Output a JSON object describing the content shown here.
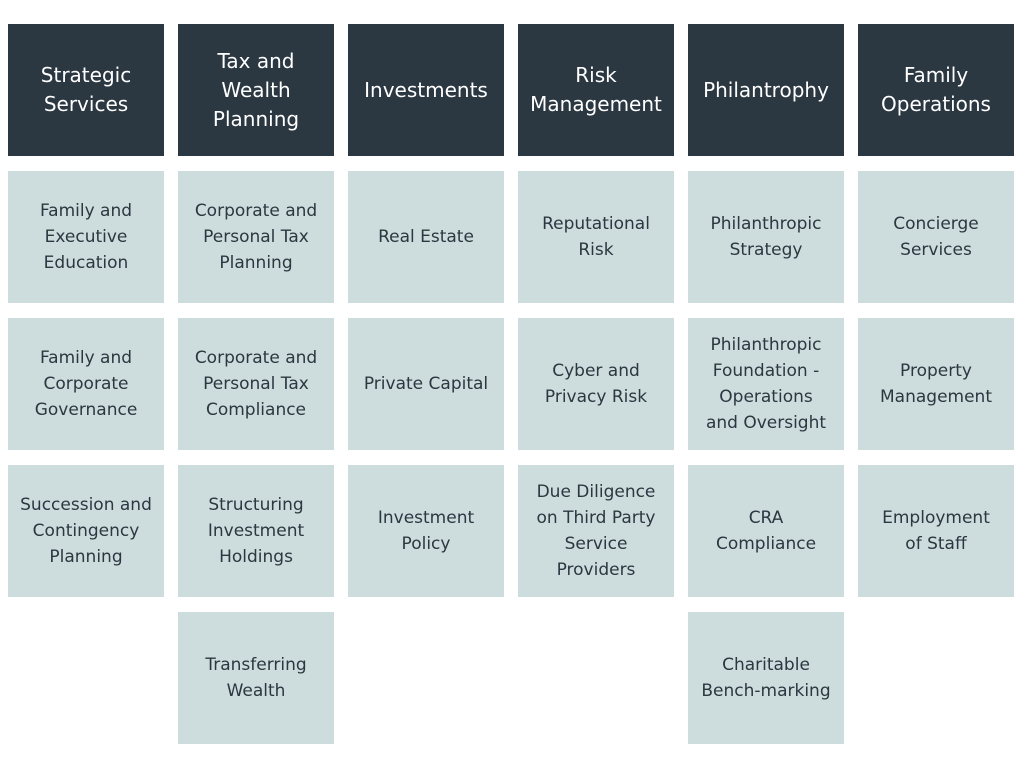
{
  "columns": [
    {
      "header": "Strategic Services",
      "items": [
        "Family and Executive Education",
        "Family and Corporate Governance",
        "Succession and Contingency Planning"
      ]
    },
    {
      "header": "Tax and Wealth Planning",
      "items": [
        "Corporate and Personal Tax Planning",
        "Corporate and Personal Tax Compliance",
        "Structuring Investment Holdings",
        "Transferring Wealth"
      ]
    },
    {
      "header": "Investments",
      "items": [
        "Real Estate",
        "Private Capital",
        "Investment Policy"
      ]
    },
    {
      "header": "Risk Management",
      "items": [
        "Reputational Risk",
        "Cyber and Privacy Risk",
        "Due Diligence on Third Party Service Providers"
      ]
    },
    {
      "header": "Philantrophy",
      "items": [
        "Philanthropic Strategy",
        "Philanthropic Foundation - Operations and Oversight",
        "CRA Compliance",
        "Charitable Bench-marking"
      ]
    },
    {
      "header": "Family Operations",
      "items": [
        "Concierge Services",
        "Property Management",
        "Employment of Staff"
      ]
    }
  ]
}
